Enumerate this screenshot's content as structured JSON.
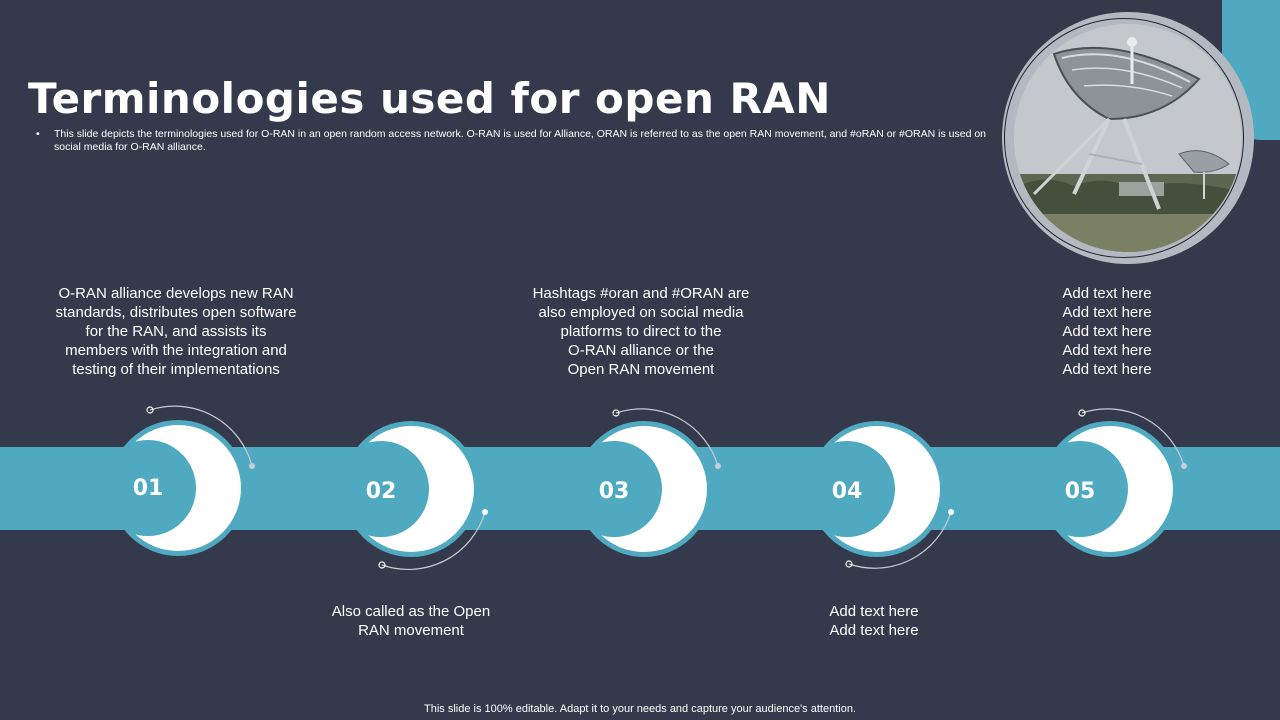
{
  "slide": {
    "title": "Terminologies used for open RAN",
    "description": "This slide depicts the terminologies used for O-RAN in an open random access network. O-RAN is used for Alliance, ORAN is referred to as the open RAN movement, and #oRAN or #ORAN is used on social media for O-RAN alliance.",
    "bullet": "•",
    "footer": "This slide is 100% editable. Adapt it to your needs and capture your audience's attention."
  },
  "image": {
    "icon": "satellite-dish-photo"
  },
  "steps": [
    {
      "number": "01",
      "text": "O-RAN alliance develops new RAN\nstandards, distributes open software\nfor the RAN, and assists its\nmembers with the integration and\ntesting of their implementations"
    },
    {
      "number": "02",
      "text": "Also called as the Open\nRAN movement"
    },
    {
      "number": "03",
      "text": "Hashtags #oran and #ORAN are\nalso employed on social media\nplatforms to direct to the\nO-RAN alliance or the\nOpen RAN movement"
    },
    {
      "number": "04",
      "text": "Add text here\nAdd text here"
    },
    {
      "number": "05",
      "text": "Add text here\nAdd text here\nAdd text here\nAdd text here\nAdd text here"
    }
  ],
  "colors": {
    "background": "#343a4b",
    "accent": "#4fa9c1",
    "ring": "#ffffff"
  }
}
